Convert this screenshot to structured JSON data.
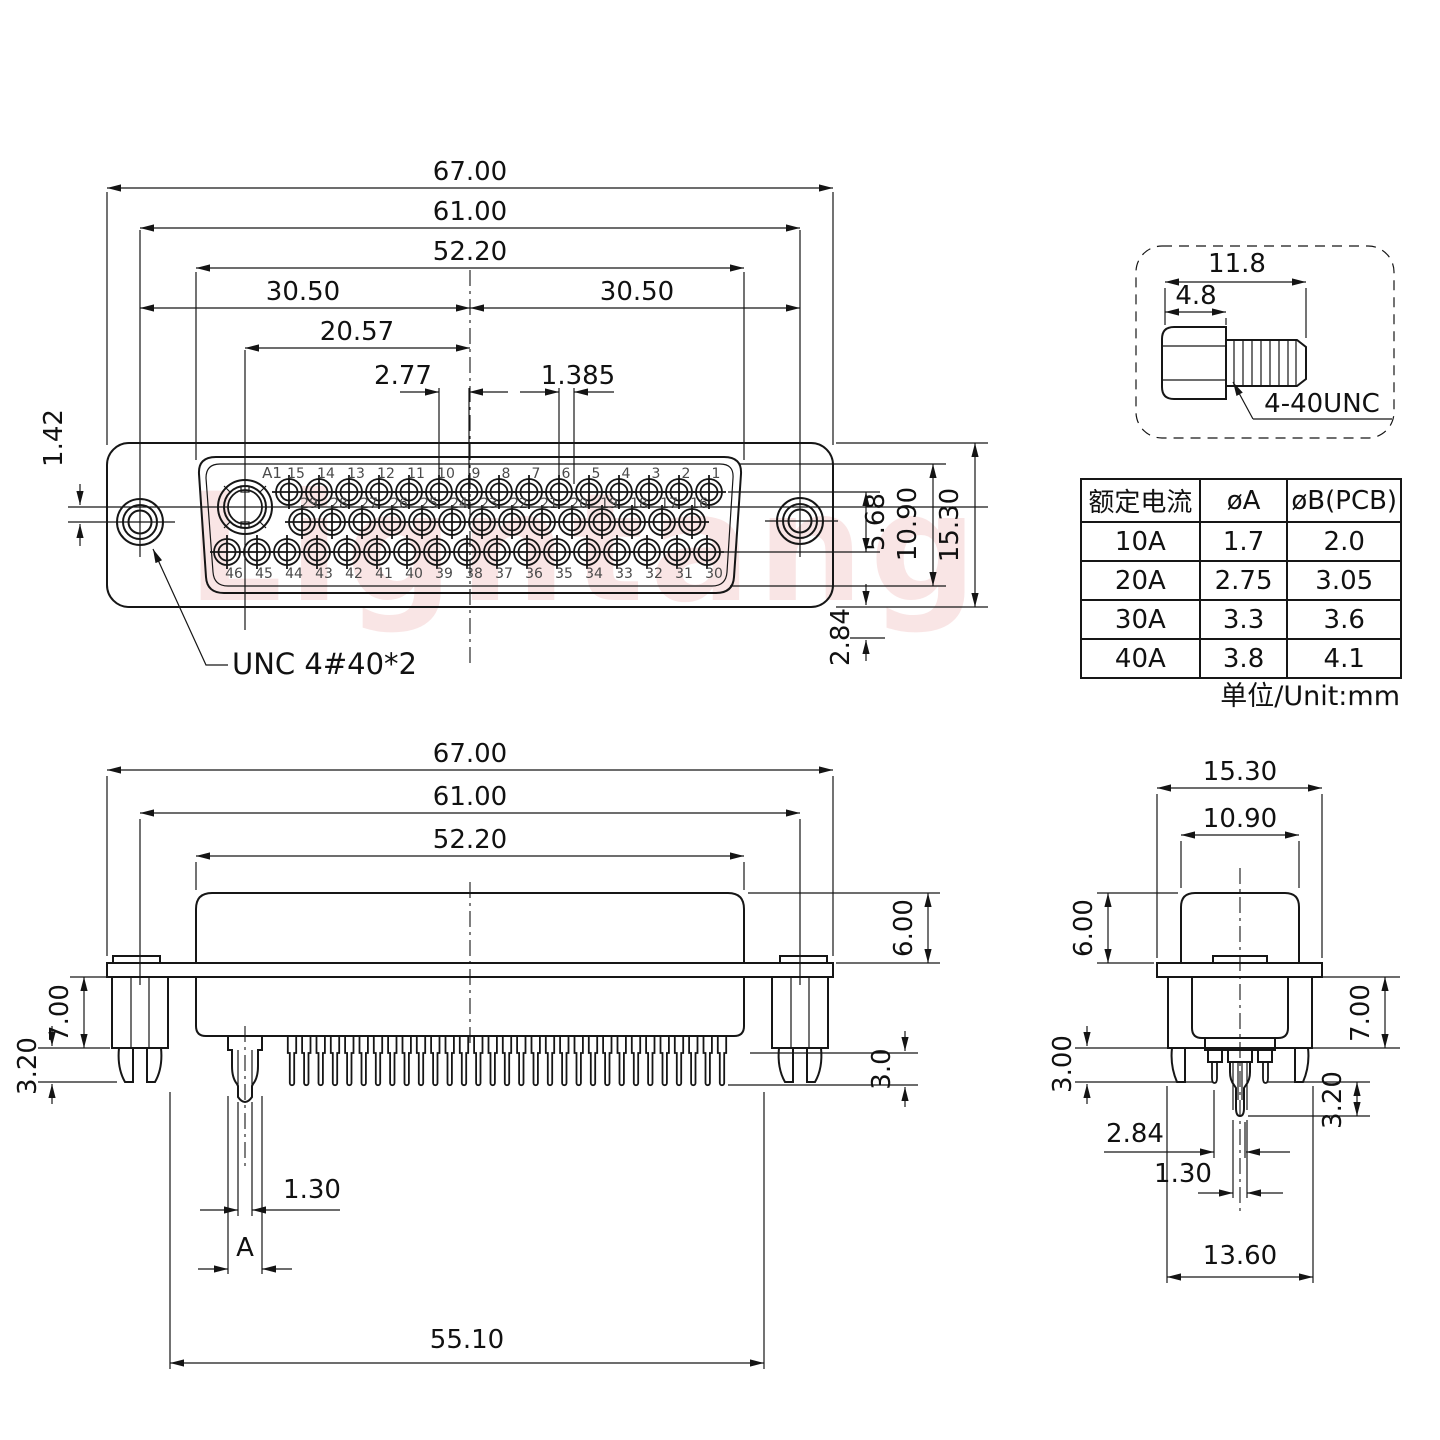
{
  "watermark": "Ligntang",
  "top_view": {
    "dim_67": "67.00",
    "dim_61": "61.00",
    "dim_52": "52.20",
    "dim_30_left": "30.50",
    "dim_30_right": "30.50",
    "dim_2057": "20.57",
    "dim_277": "2.77",
    "dim_1385": "1.385",
    "dim_142": "1.42",
    "dim_568": "5.68",
    "dim_1090": "10.90",
    "dim_1530": "15.30",
    "dim_284": "2.84",
    "screw_note": "UNC 4#40*2",
    "pin_a1": "A1",
    "pins_row_top": [
      "15",
      "14",
      "13",
      "12",
      "11",
      "10",
      "9",
      "8",
      "7",
      "6",
      "5",
      "4",
      "3",
      "2",
      "1"
    ],
    "pins_row_mid": [
      "29",
      "28",
      "27",
      "26",
      "25",
      "24",
      "23",
      "22",
      "21",
      "20",
      "19",
      "18",
      "17",
      "16"
    ],
    "pins_row_bottom": [
      "46",
      "45",
      "44",
      "43",
      "42",
      "41",
      "40",
      "39",
      "38",
      "37",
      "36",
      "35",
      "34",
      "33",
      "32",
      "31",
      "30"
    ]
  },
  "screw_detail": {
    "dim_118": "11.8",
    "dim_48": "4.8",
    "thread": "4-40UNC"
  },
  "spec_table": {
    "headers": [
      "额定电流",
      "øA",
      "øB(PCB)"
    ],
    "rows": [
      [
        "10A",
        "1.7",
        "2.0"
      ],
      [
        "20A",
        "2.75",
        "3.05"
      ],
      [
        "30A",
        "3.3",
        "3.6"
      ],
      [
        "40A",
        "3.8",
        "4.1"
      ]
    ],
    "unit_note": "单位/Unit:mm"
  },
  "front_view": {
    "dim_67": "67.00",
    "dim_61": "61.00",
    "dim_52": "52.20",
    "dim_6": "6.00",
    "dim_7": "7.00",
    "dim_32": "3.20",
    "dim_3": "3.0",
    "dim_13": "1.30",
    "dim_a": "A",
    "dim_5510": "55.10"
  },
  "side_view": {
    "dim_1530": "15.30",
    "dim_1090": "10.90",
    "dim_6": "6.00",
    "dim_7": "7.00",
    "dim_3": "3.00",
    "dim_32": "3.20",
    "dim_284": "2.84",
    "dim_13": "1.30",
    "dim_136": "13.60"
  }
}
